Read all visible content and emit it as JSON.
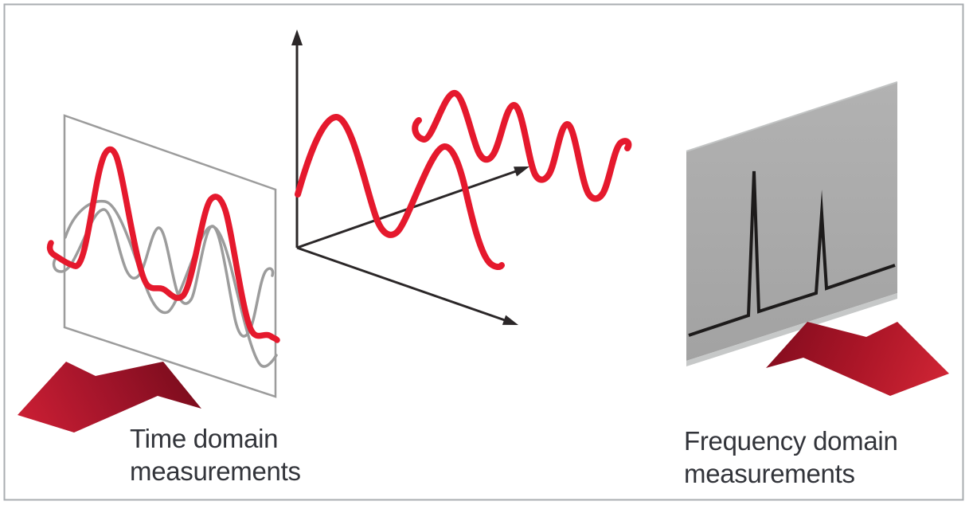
{
  "diagram": {
    "title": "",
    "time_domain": {
      "label_line1": "Time domain",
      "label_line2": "measurements"
    },
    "frequency_domain": {
      "label_line1": "Frequency domain",
      "label_line2": "measurements"
    },
    "icons": {
      "time_domain_arrow": "red-block-arrow-pointing-up-right",
      "frequency_domain_arrow": "red-block-arrow-pointing-up-left",
      "amplitude_axis_arrow": "black-arrow-up",
      "frequency_axis_arrow": "black-arrow-up-right",
      "time_axis_arrow": "black-arrow-down-right"
    },
    "colors": {
      "signal_red": "#e5192d",
      "component_gray": "#9c9c9c",
      "plane_outline_gray": "#9c9c9c",
      "frequency_plane_gray": "#a7a7a7",
      "frequency_plane_bevel": "#c6c8c8",
      "spectrum_line_black": "#1d1b1b",
      "axis_black": "#2b2728",
      "arrow_dark_red": "#7f0d1e",
      "arrow_bright_red": "#d42736",
      "text_color": "#32343a",
      "frame_border": "#a9adb0",
      "background": "#ffffff"
    }
  }
}
